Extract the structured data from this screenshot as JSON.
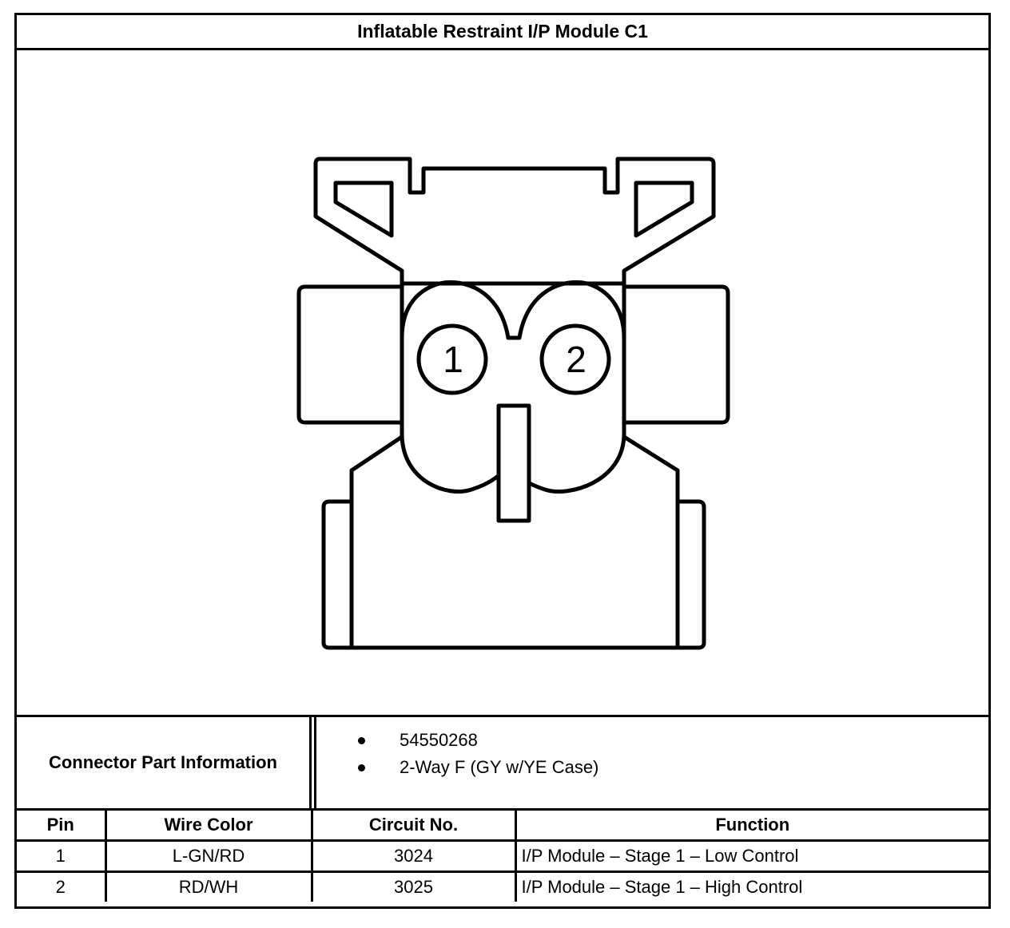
{
  "title": "Inflatable Restraint I/P Module C1",
  "connector": {
    "pin_labels": [
      "1",
      "2"
    ]
  },
  "part_info": {
    "label": "Connector Part Information",
    "items": [
      "54550268",
      "2-Way F (GY w/YE Case)"
    ]
  },
  "pin_table": {
    "headers": [
      "Pin",
      "Wire Color",
      "Circuit No.",
      "Function"
    ],
    "rows": [
      {
        "pin": "1",
        "wire_color": "L-GN/RD",
        "circuit": "3024",
        "function": "I/P Module – Stage 1 – Low Control"
      },
      {
        "pin": "2",
        "wire_color": "RD/WH",
        "circuit": "3025",
        "function": "I/P Module – Stage 1 – High Control"
      }
    ]
  }
}
